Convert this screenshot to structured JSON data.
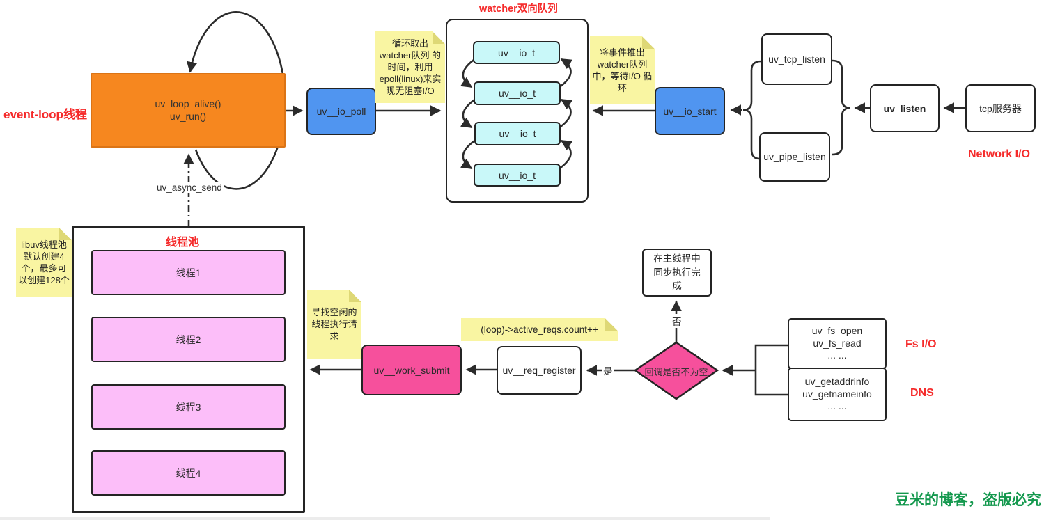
{
  "colors": {
    "label_red": "#f52a2a",
    "event_loop_orange": "#f6871f",
    "io_blue": "#5095f0",
    "watcher_cyan": "#c9f8f9",
    "thread_pink": "#fcbef9",
    "work_magenta": "#f6509c",
    "note_yellow": "#f9f5a2",
    "watermark_green": "#13984d",
    "wire_black": "#2b2b2b"
  },
  "labels": {
    "event_loop_thread": "event-loop线程",
    "uv_async_send": "uv_async_send",
    "watcher_queue_title": "watcher双向队列",
    "network_io": "Network I/O",
    "fs_io": "Fs I/O",
    "dns": "DNS",
    "yes": "是",
    "no": "否",
    "watermark": "豆米的博客，盗版必究"
  },
  "notes": {
    "poll_epoll": "循环取出watcher队列 的时间，利用epoll(linux)来实现无阻塞I/O",
    "push_event": "将事件推出watcher队列 中，等待I/O 循环",
    "pool_size": "libuv线程池默认创建4个，最多可以创建128个",
    "find_idle": "寻找空闲的线程执行请求",
    "active_reqs": "(loop)->active_reqs.count++"
  },
  "nodes": {
    "uv_loop": {
      "line1": "uv_loop_alive()",
      "line2": "uv_run()"
    },
    "uv_io_poll": "uv__io_poll",
    "uv_io_start": "uv__io_start",
    "uv_tcp_listen": "uv_tcp_listen",
    "uv_pipe_listen": "uv_pipe_listen",
    "uv_listen": "uv_listen",
    "tcp_server": "tcp服务器",
    "uv_work_submit": "uv__work_submit",
    "uv_req_register": "uv__req_register",
    "callback_not_empty": "回调是否不为空",
    "sync_in_main": "在主线程中同步执行完成",
    "fs_calls": {
      "line1": "uv_fs_open",
      "line2": "uv_fs_read",
      "line3": "... ..."
    },
    "dns_calls": {
      "line1": "uv_getaddrinfo",
      "line2": "uv_getnameinfo",
      "line3": "... ..."
    }
  },
  "watcher_queue": {
    "items": [
      "uv__io_t",
      "uv__io_t",
      "uv__io_t",
      "uv__io_t"
    ]
  },
  "thread_pool": {
    "title": "线程池",
    "threads": [
      "线程1",
      "线程2",
      "线程3",
      "线程4"
    ]
  }
}
